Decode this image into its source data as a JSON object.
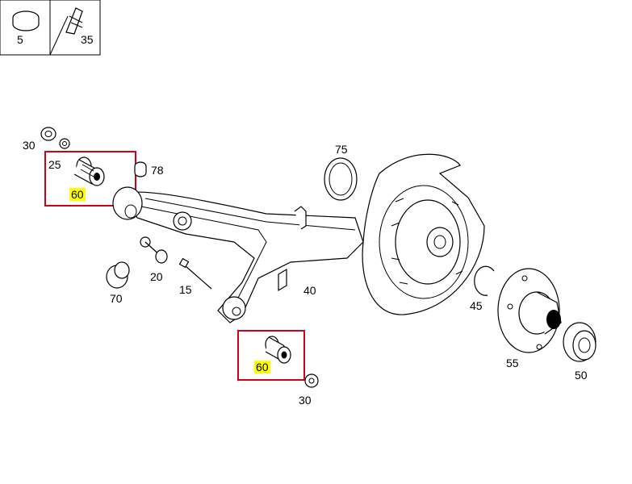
{
  "legend": [
    {
      "number": "5",
      "icon": "plug-cap-icon"
    },
    {
      "number": "35",
      "icon": "clip-bracket-icon"
    }
  ],
  "callouts": [
    "30",
    "25",
    "60",
    "78",
    "75",
    "20",
    "15",
    "70",
    "40",
    "45",
    "60",
    "30",
    "55",
    "50"
  ],
  "colors": {
    "highlight_box": "#d0021b",
    "highlight_label": "#ffff00",
    "line": "#000000"
  }
}
